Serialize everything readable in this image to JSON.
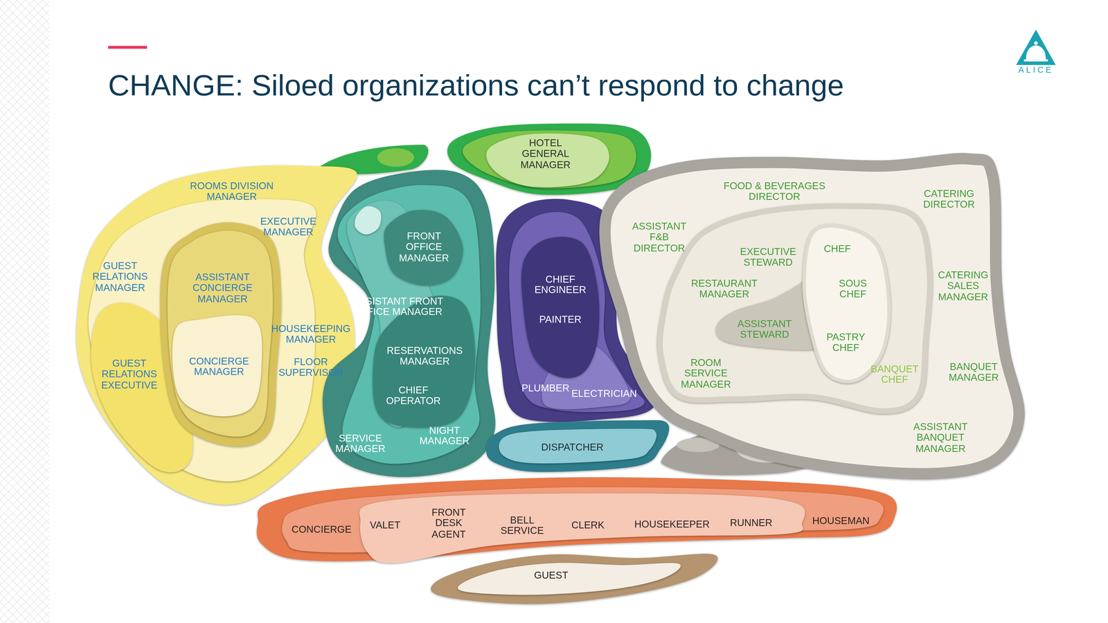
{
  "diagram": {
    "title": "CHANGE: Siloed organizations can’t respond to change",
    "nodes": [
      {
        "text": [
          "ROOMS DIVISION MANAGER",
          "EXECUTIVE MANAGER",
          "GUEST RELATIONS MANAGER",
          "HOUSEKEEPING MANAGER",
          "FLOOR SUPERVISOR"
        ]
      },
      {
        "text": [
          "GUEST RELATIONS EXECUTIVE"
        ],
        "in": 0
      },
      {
        "text": [
          "ASSISTANT CONCIERGE MANAGER"
        ],
        "in": 0
      },
      {
        "text": [
          "CONCIERGE MANAGER"
        ],
        "in": 2
      },
      {
        "text": [
          "ASSISTANT FRONT OFFICE MANAGER",
          "SERVICE MANAGER",
          "NIGHT MANAGER"
        ]
      },
      {
        "text": [
          "FRONT OFFICE MANAGER"
        ],
        "in": 4
      },
      {
        "text": [
          "RESERVATIONS MANAGER",
          "CHIEF OPERATOR"
        ],
        "in": 4
      },
      {
        "text": [
          "HOTEL GENERAL MANAGER"
        ]
      },
      {
        "text": [
          "PLUMBER"
        ]
      },
      {
        "text": [
          "ELECTRICIAN"
        ],
        "in": 8
      },
      {
        "text": [
          "CHIEF ENGINEER",
          "PAINTER"
        ],
        "in": 9
      },
      {
        "text": [
          "DISPATCHER"
        ]
      },
      {
        "text": [
          "FOOD & BEVERAGES DIRECTOR",
          "CATERING DIRECTOR",
          "ASSISTANT F&B DIRECTOR",
          "CATERING SALES MANAGER",
          "BANQUET MANAGER",
          "ASSISTANT BANQUET MANAGER"
        ]
      },
      {
        "text": [
          "EXECUTIVE STEWARD",
          "RESTAURANT MANAGER",
          "ROOM SERVICE MANAGER",
          "BANQUET CHEF"
        ],
        "in": 12
      },
      {
        "text": [
          "ASSISTANT STEWARD"
        ],
        "in": 13
      },
      {
        "text": [
          "CHEF",
          "SOUS CHEF",
          "PASTRY CHEF"
        ],
        "in": 13
      },
      {
        "text": [
          "CONCIERGE",
          "HOUSEMAN"
        ]
      },
      {
        "text": [
          "VALET",
          "FRONT DESK AGENT",
          "BELL SERVICE",
          "CLERK",
          "HOUSEKEEPER",
          "RUNNER"
        ],
        "in": 16
      },
      {
        "text": [
          "GUEST"
        ]
      }
    ],
    "labels": [
      "ALICE"
    ]
  }
}
